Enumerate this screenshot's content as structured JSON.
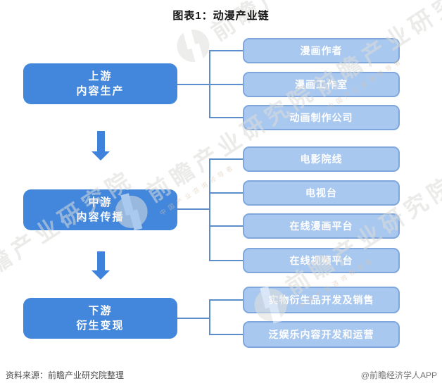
{
  "title": "图表1：动漫产业链",
  "flow": {
    "stages": [
      {
        "line1": "上游",
        "line2": "内容生产",
        "items": [
          "漫画作者",
          "漫画工作室",
          "动画制作公司"
        ]
      },
      {
        "line1": "中游",
        "line2": "内容传播",
        "items": [
          "电影院线",
          "电视台",
          "在线漫画平台",
          "在线视频平台"
        ]
      },
      {
        "line1": "下游",
        "line2": "衍生变现",
        "items": [
          "实物衍生品开发及销售",
          "泛娱乐内容开发和运营"
        ]
      }
    ]
  },
  "footer": {
    "source": "资料来源：前瞻产业研究院整理",
    "credit": "@前瞻经济学人APP"
  },
  "watermark": {
    "text": "前瞻产业研究院",
    "tagline": "中国产业咨询领导者",
    "logo": "qianzhan-logo"
  },
  "colors": {
    "stage_fill": "#4287dc",
    "item_fill": "#a9c8ef",
    "item_border": "#7fa7dc",
    "connector_line": "#5d8dca",
    "arrow": "#3f82db",
    "watermark_gray": "#dcdcda"
  }
}
